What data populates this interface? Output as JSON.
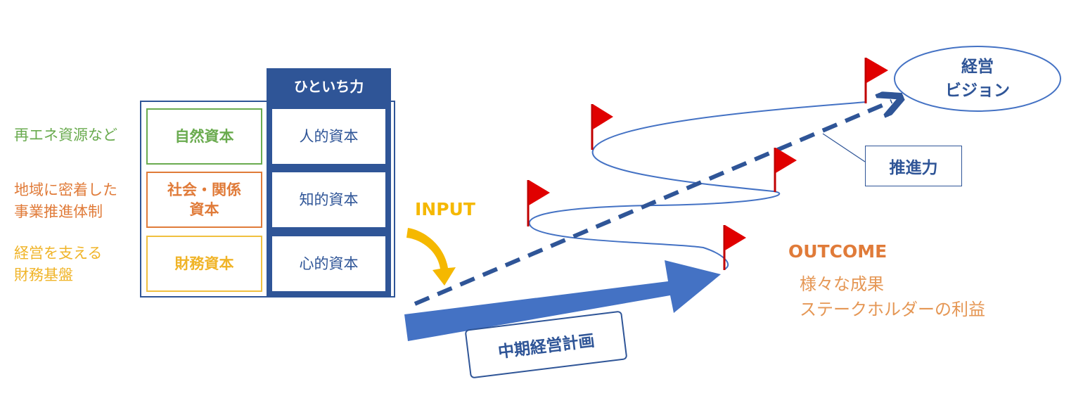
{
  "side_notes": {
    "natural": "再エネ資源など",
    "social": "地域に密着した\n事業推進体制",
    "financial": "経営を支える\n財務基盤"
  },
  "capitals": {
    "header": "ひといち力",
    "left": {
      "natural": "自然資本",
      "social": "社会・関係\n資本",
      "financial": "財務資本"
    },
    "right": {
      "human": "人的資本",
      "intellectual": "知的資本",
      "mental": "心的資本"
    }
  },
  "input_label": "INPUT",
  "plan_label": "中期経営計画",
  "driving_force_label": "推進力",
  "vision": {
    "line1": "経営",
    "line2": "ビジョン"
  },
  "outcome": {
    "title": "OUTCOME",
    "line1": "様々な成果",
    "line2": "ステークホルダーの利益"
  },
  "colors": {
    "navy": "#2f5597",
    "blue": "#4472c4",
    "green": "#6aab4f",
    "orange": "#e07b39",
    "gold": "#f0b428",
    "input_arrow": "#f5b800",
    "flag_red": "#e00000"
  },
  "icons": [
    "flag-icon",
    "curved-arrow-icon",
    "block-arrow-icon",
    "dashed-arrow-icon"
  ]
}
